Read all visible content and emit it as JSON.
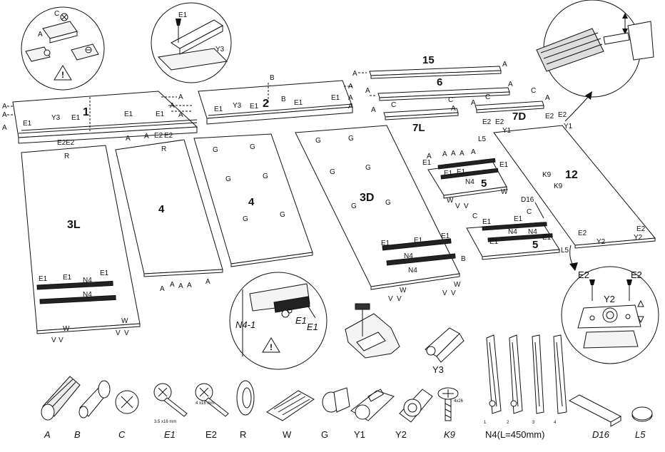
{
  "panels": {
    "p1": "1",
    "p2": "2",
    "p3L": "3L",
    "p4a": "4",
    "p4b": "4",
    "p3D": "3D",
    "p15": "15",
    "p6": "6",
    "p7L": "7L",
    "p7D": "7D",
    "p5a": "5",
    "p5b": "5",
    "p12": "12"
  },
  "hw": {
    "A": "A",
    "B": "B",
    "C": "C",
    "E1": "E1",
    "E2": "E2",
    "R": "R",
    "G": "G",
    "V": "V",
    "W": "W",
    "N4": "N4",
    "Y1": "Y1",
    "Y2": "Y2",
    "Y3": "Y3",
    "K9": "K9",
    "L5": "L5",
    "D16": "D16",
    "N41": "N4-1"
  },
  "legend": {
    "A": "A",
    "B": "B",
    "C": "C",
    "E1": "E1",
    "E2": "E2",
    "R": "R",
    "W": "W",
    "G": "G",
    "Y1": "Y1",
    "Y2": "Y2",
    "K9": "K9",
    "N4": "N4(L=450mm)",
    "D16": "D16",
    "L5": "L5",
    "Y3": "Y3",
    "E1_size": "3.5 x16 mm",
    "E2_size": "4 x16 mm",
    "K9_size": "4x26",
    "rail1": "1",
    "rail2": "2",
    "rail3": "3",
    "rail4": "4"
  },
  "warning": "!",
  "icons": [
    "warning-triangle-icon",
    "screwdriver-icon",
    "hammer-icon"
  ]
}
